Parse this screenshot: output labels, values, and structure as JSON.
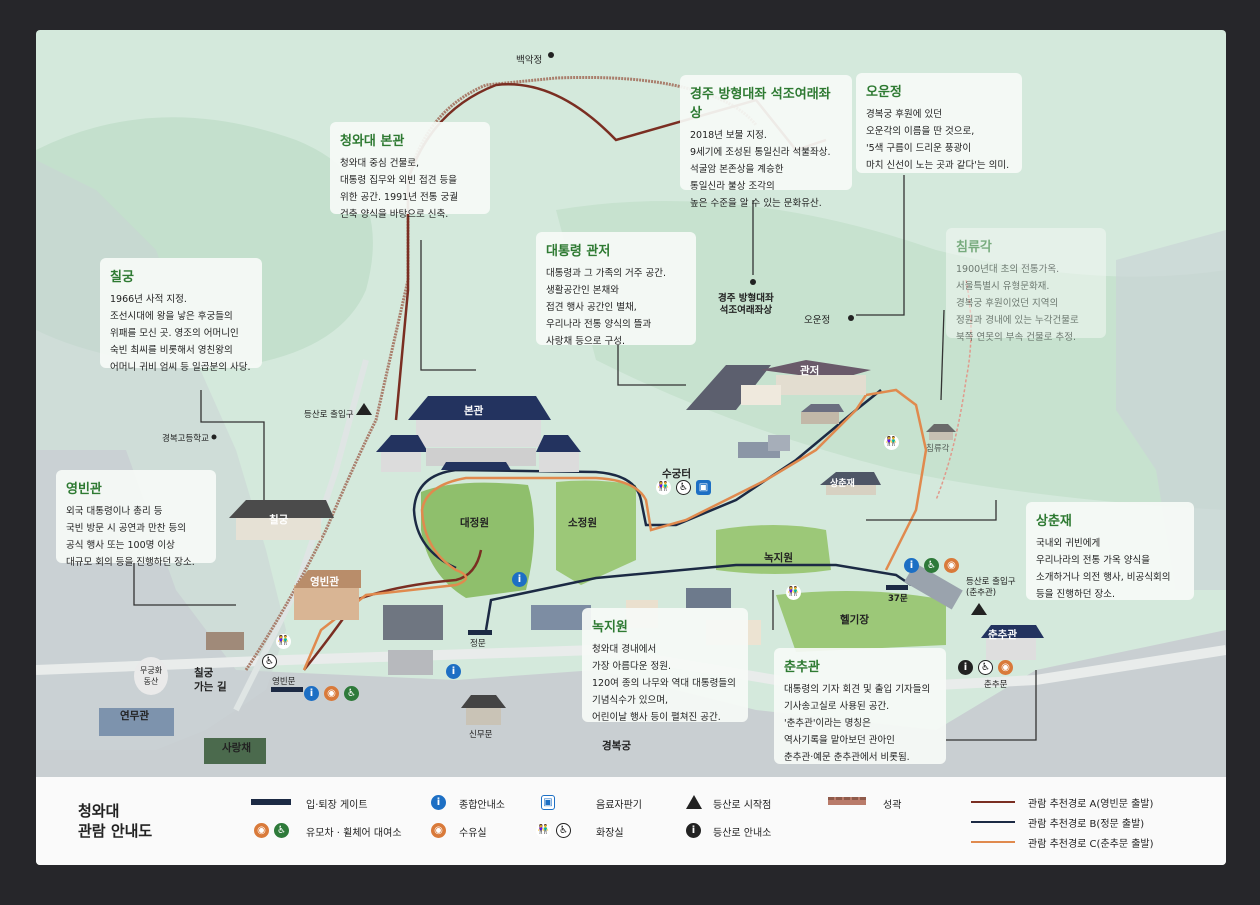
{
  "map": {
    "title_line1": "청와대",
    "title_line2": "관람 안내도",
    "places": {
      "baegak": "백악정",
      "gyeongbok_hs": "경복고등학교",
      "trailhead_west": "등산로 출입구",
      "main_hall": "본관",
      "daejeongwon": "대정원",
      "sojeongwon": "소정원",
      "sugungteo": "수궁터",
      "chilgung": "칠궁",
      "yeongbingwan": "영빈관",
      "nokjiwon": "녹지원",
      "residence": "관저",
      "sangchunjae": "상춘재",
      "helipad": "헬기장",
      "chunchugwan": "춘추관",
      "chunchumun": "춘추문",
      "gate_37": "37문",
      "trailhead_east": "등산로 출입구\n(춘추관)",
      "jeongmun": "정문",
      "sinmumun": "신무문",
      "gyeongbokgung": "경복궁",
      "yeongbinmun": "영빈문",
      "to_chilgung": "칠궁\n가는 길",
      "mugunghwa": "무궁화\n동산",
      "yeonmugwan": "연무관",
      "sarangchae": "사랑채",
      "buddha_label": "경주 방형대좌\n석조여래좌상",
      "oun_label": "오운정",
      "chimnyugak": "침류각"
    }
  },
  "callouts": {
    "main_hall": {
      "title": "청와대 본관",
      "text": "청와대 중심 건물로,\n대통령 집무와 외빈 접견 등을\n위한 공간. 1991년 전통 궁궐\n건축 양식을 바탕으로 신축."
    },
    "buddha": {
      "title": "경주 방형대좌 석조여래좌상",
      "text": "2018년 보물 지정.\n9세기에 조성된 통일신라 석불좌상.\n석굴암 본존상을 계승한\n통일신라 불상 조각의\n높은 수준을 알 수 있는 문화유산."
    },
    "oun": {
      "title": "오운정",
      "text": "경복궁 후원에 있던\n오운각의 이름을 딴 것으로,\n'5색 구름이 드리운 풍광이\n마치 신선이 노는 곳과 같다'는 의미."
    },
    "chilgung": {
      "title": "칠궁",
      "text": "1966년 사적 지정.\n조선시대에 왕을 낳은 후궁들의\n위패를 모신 곳. 영조의 어머니인\n숙빈 최씨를 비롯해서 영친왕의\n어머니 귀비 엄씨 등 일곱분의 사당."
    },
    "residence": {
      "title": "대통령 관저",
      "text": "대통령과 그 가족의 거주 공간.\n생활공간인 본채와\n접견 행사 공간인 별채,\n우리나라 전통 양식의 뜰과\n사랑채 등으로 구성."
    },
    "chimnyugak": {
      "title": "침류각",
      "text": "1900년대 초의 전통가옥.\n서울특별시 유형문화재.\n경복궁 후원이었던 지역의\n정원과 경내에 있는 누각건물로\n북쪽 연못의 부속 건물로 추정."
    },
    "yeongbingwan": {
      "title": "영빈관",
      "text": "외국 대통령이나 총리 등\n국빈 방문 시 공연과 만찬 등의\n공식 행사 또는 100명 이상\n대규모 회의 등을 진행하던 장소."
    },
    "sangchunjae": {
      "title": "상춘재",
      "text": "국내외 귀빈에게\n우리나라의 전통 가옥 양식을\n소개하거나 의전 행사, 비공식회의\n등을 진행하던 장소."
    },
    "nokjiwon": {
      "title": "녹지원",
      "text": "청와대 경내에서\n가장 아름다운 정원.\n120여 종의 나무와 역대 대통령들의\n기념식수가 있으며,\n어린이날 행사 등이 펼쳐진 공간."
    },
    "chunchugwan": {
      "title": "춘추관",
      "text": "대통령의 기자 회견 및 출입 기자들의\n기사송고실로 사용된 공간.\n'춘추관'이라는 명칭은\n역사기록을 맡아보던 관아인\n춘추관·예문 춘추관에서 비롯됨."
    }
  },
  "legend": {
    "gate": "입·퇴장 게이트",
    "info": "종합안내소",
    "vending": "음료자판기",
    "trail_start": "등산로 시작점",
    "fortress": "성곽",
    "stroller": "유모차 · 휠체어 대여소",
    "nursing": "수유실",
    "restroom": "화장실",
    "trail_info": "등산로 안내소",
    "route_a": "관람 추천경로 A(영빈문 출발)",
    "route_b": "관람 추천경로 B(정문 출발)",
    "route_c": "관람 추천경로 C(춘추문 출발)"
  },
  "colors": {
    "route_a": "#7a2e22",
    "route_b": "#1c2a44",
    "route_c": "#e08a4e",
    "info_blue": "#1d6fc4",
    "title_green": "#2e7a32",
    "roof_navy": "#23335f"
  },
  "icons": [
    "info-icon",
    "wheelchair-icon",
    "stroller-icon",
    "restroom-icon",
    "nursing-icon",
    "vending-icon",
    "mountain-icon",
    "trail-info-icon",
    "fortress-icon"
  ]
}
